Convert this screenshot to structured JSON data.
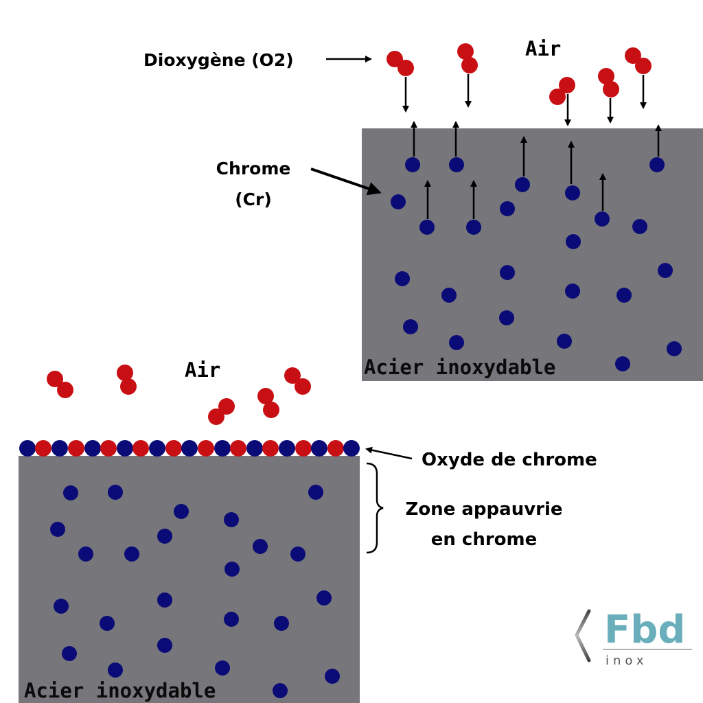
{
  "colors": {
    "steel": "#76767b",
    "chromium": "#0b0b78",
    "oxygen": "#c80f14",
    "arrow": "#000000",
    "logo_teal": "#6aaebc",
    "logo_gray": "#555555"
  },
  "top_panel": {
    "air_label": "Air",
    "material_label": "Acier inoxydable",
    "oxygen_label": "Dioxygène (O2)",
    "chromium_label_line1": "Chrome",
    "chromium_label_line2": "(Cr)"
  },
  "bottom_panel": {
    "air_label": "Air",
    "material_label": "Acier inoxydable",
    "oxide_label": "Oxyde de chrome",
    "depleted_zone_line1": "Zone appauvrie",
    "depleted_zone_line2": "en chrome"
  },
  "logo": {
    "main": "Fbd",
    "sub": "inox"
  },
  "icons": {
    "oxygen_molecule": "o2-molecule-icon",
    "chromium_atom": "chromium-atom-icon"
  }
}
